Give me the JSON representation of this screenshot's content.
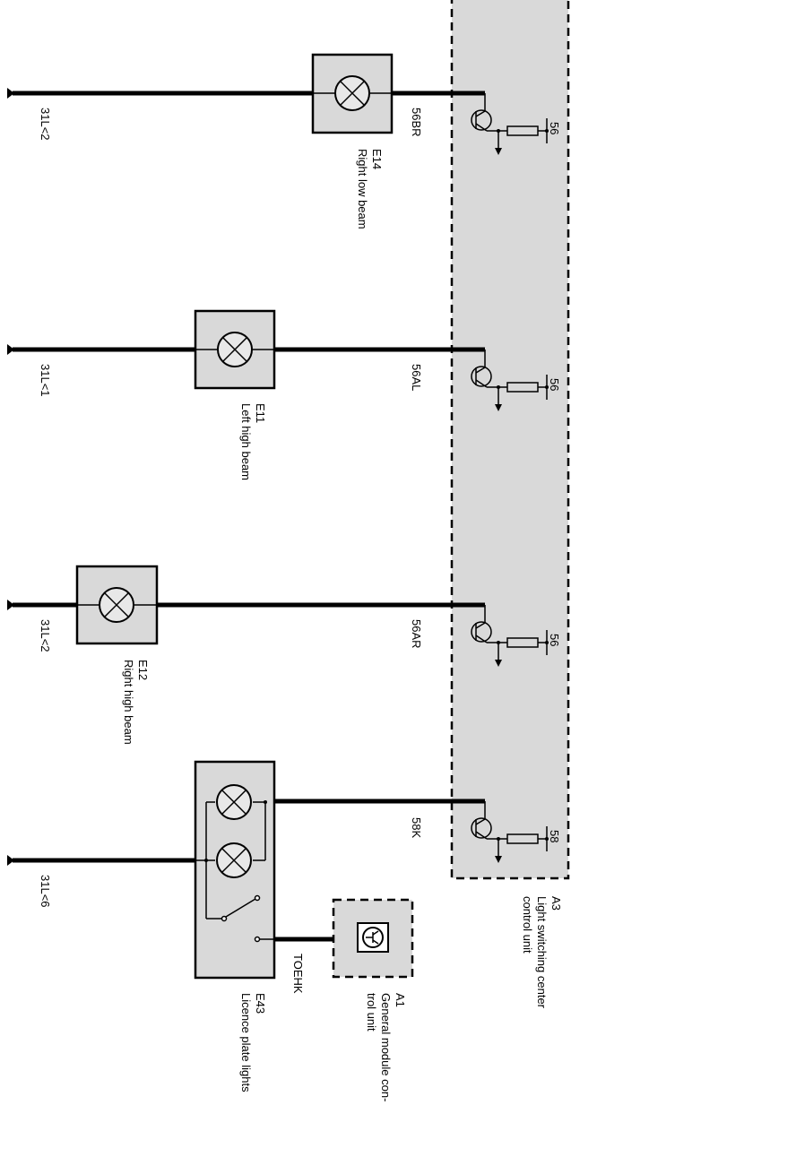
{
  "modules": {
    "a3": {
      "id": "A3",
      "name": "Light switching center control unit"
    },
    "a1": {
      "id": "A1",
      "name": "General module con- trol unit"
    }
  },
  "circuits": [
    {
      "ground": "31L<2",
      "lamp_id": "E14",
      "lamp_name": "Right low beam",
      "wire": "56BR",
      "pin": "56"
    },
    {
      "ground": "31L<1",
      "lamp_id": "E11",
      "lamp_name": "Left high beam",
      "wire": "56AL",
      "pin": "56"
    },
    {
      "ground": "31L<2",
      "lamp_id": "E12",
      "lamp_name": "Right high beam",
      "wire": "56AR",
      "pin": "56"
    },
    {
      "ground": "31L<6",
      "lamp_id": "E43",
      "lamp_name": "Licence plate lights",
      "wire": "58K",
      "pin": "58"
    }
  ],
  "signal_wire": "TOEHK"
}
